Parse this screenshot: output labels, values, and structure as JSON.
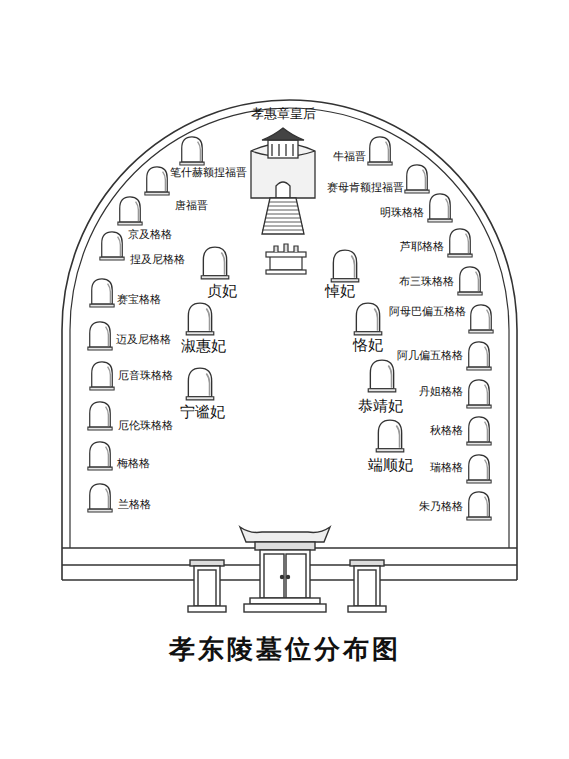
{
  "diagram": {
    "title": "孝东陵墓位分布图",
    "nodes": [
      {
        "text": [
          "孝惠章皇后"
        ]
      },
      {
        "text": [
          "笔什赫额捏福晋"
        ]
      },
      {
        "text": [
          "唐福晋"
        ]
      },
      {
        "text": [
          "京及格格"
        ]
      },
      {
        "text": [
          "捏及尼格格"
        ]
      },
      {
        "text": [
          "赛宝格格"
        ]
      },
      {
        "text": [
          "迈及尼格格"
        ]
      },
      {
        "text": [
          "厄音珠格格"
        ]
      },
      {
        "text": [
          "厄伦珠格格"
        ]
      },
      {
        "text": [
          "梅格格"
        ]
      },
      {
        "text": [
          "兰格格"
        ]
      },
      {
        "text": [
          "贞妃"
        ]
      },
      {
        "text": [
          "淑惠妃"
        ]
      },
      {
        "text": [
          "宁谧妃"
        ]
      },
      {
        "text": [
          "牛福晋"
        ]
      },
      {
        "text": [
          "赛母肯额捏福晋"
        ]
      },
      {
        "text": [
          "明珠格格"
        ]
      },
      {
        "text": [
          "芦耶格格"
        ]
      },
      {
        "text": [
          "布三珠格格"
        ]
      },
      {
        "text": [
          "阿母巴偏五格格"
        ]
      },
      {
        "text": [
          "阿几偏五格格"
        ]
      },
      {
        "text": [
          "丹姐格格"
        ]
      },
      {
        "text": [
          "秋格格"
        ]
      },
      {
        "text": [
          "瑞格格"
        ]
      },
      {
        "text": [
          "朱乃格格"
        ]
      },
      {
        "text": [
          "悼妃"
        ]
      },
      {
        "text": [
          "恪妃"
        ]
      },
      {
        "text": [
          "恭靖妃"
        ]
      },
      {
        "text": [
          "端顺妃"
        ]
      }
    ]
  }
}
